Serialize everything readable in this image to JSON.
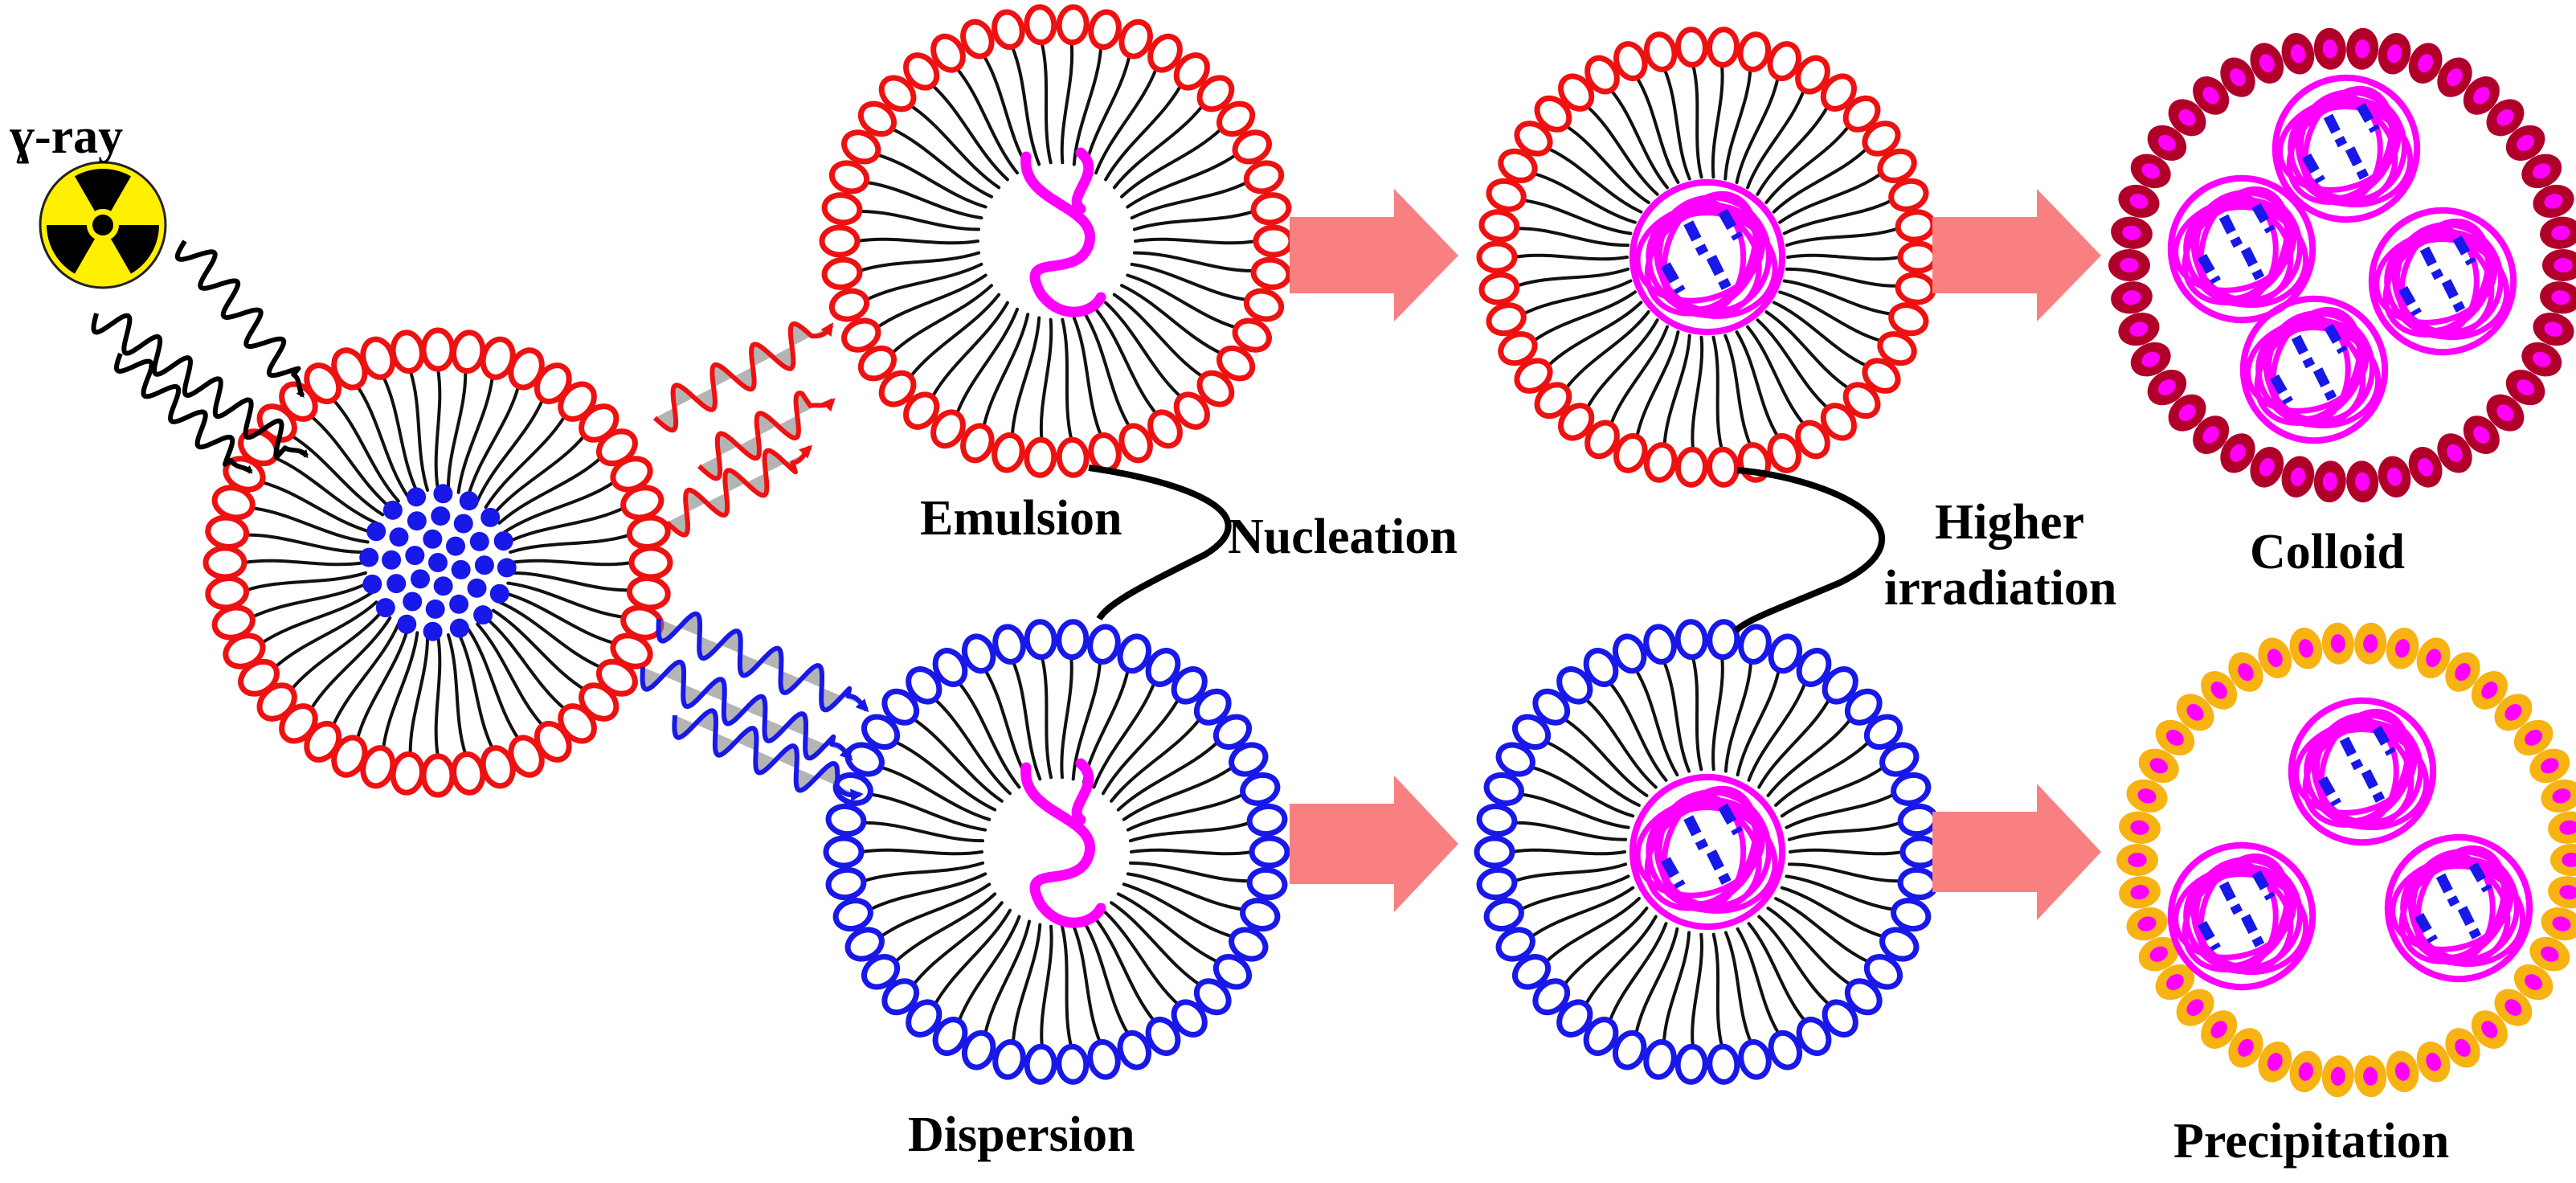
{
  "labels": {
    "gamma": "ɣ-ray",
    "emulsion": "Emulsion",
    "nucleation": "Nucleation",
    "higher_1": "Higher",
    "higher_2": "irradiation",
    "colloid": "Colloid",
    "dispersion": "Dispersion",
    "precipitation": "Precipitation"
  },
  "colors": {
    "red": "#ee1111",
    "blue": "#1818e8",
    "magenta": "#ff00ff",
    "dark_red": "#b0002a",
    "orange": "#f6b312",
    "arrow": "#f98080",
    "hazard": "#ffef00"
  },
  "icons": {
    "radiation": "radiation-hazard-icon",
    "process_arrow": "right-arrow-icon"
  }
}
